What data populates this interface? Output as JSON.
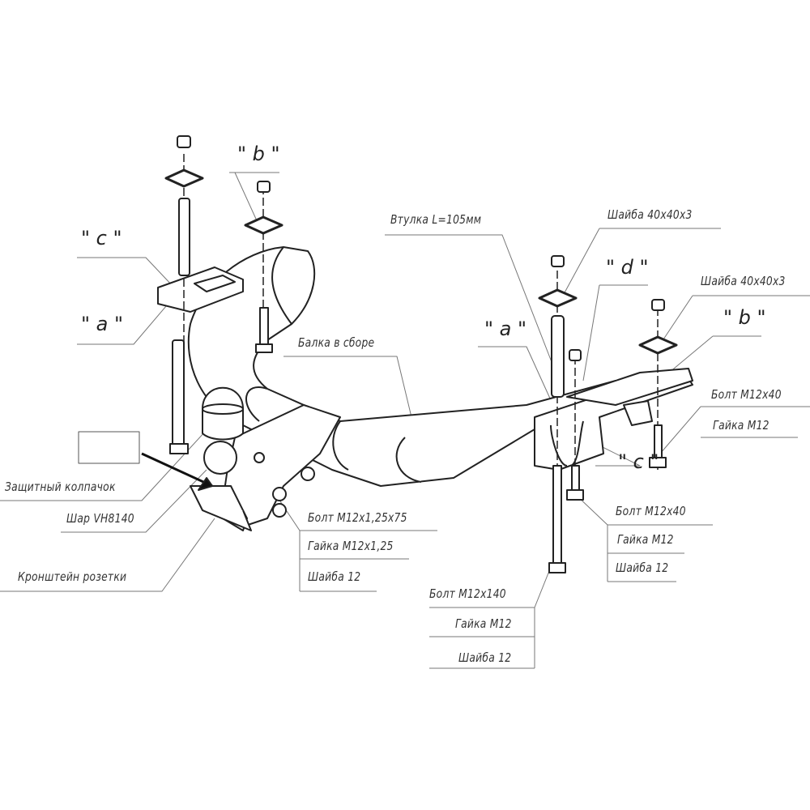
{
  "markers": {
    "b_top": "\" b \"",
    "c_left": "\" c \"",
    "a_left": "\" a \"",
    "d": "\" d \"",
    "a_right": "\" a \"",
    "b_right": "\" b \"",
    "c_right": "\" c \""
  },
  "labels": {
    "bushing": "Втулка L=105мм",
    "washer_40_1": "Шайба 40х40х3",
    "washer_40_2": "Шайба 40х40х3",
    "bolt_m12x40_top": "Болт М12х40",
    "nut_m12_top": "Гайка М12",
    "beam": "Балка в сборе",
    "cap": "Защитный колпачок",
    "ball": "Шар VH8140",
    "socket_bracket": "Кронштейн розетки",
    "bolt_m12x125x75": "Болт М12х1,25х75",
    "nut_m12x125": "Гайка М12х1,25",
    "washer_12_a": "Шайба 12",
    "bolt_m12x40_mid": "Болт М12х40",
    "nut_m12_mid": "Гайка М12",
    "washer_12_b": "Шайба 12",
    "bolt_m12x140": "Болт М12х140",
    "nut_m12_bottom": "Гайка М12",
    "washer_12_c": "Шайба 12"
  }
}
